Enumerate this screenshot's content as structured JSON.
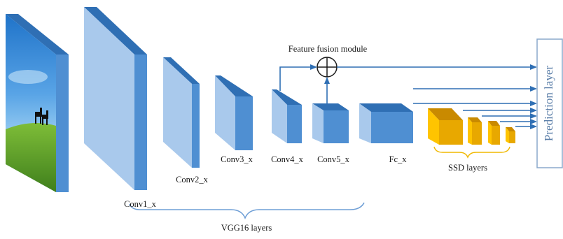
{
  "labels": {
    "conv1": "Conv1_x",
    "conv2": "Conv2_x",
    "conv3": "Conv3_x",
    "conv4": "Conv4_x",
    "conv5": "Conv5_x",
    "fc": "Fc_x",
    "feature_fusion": "Feature fusion module",
    "ssd_layers": "SSD layers",
    "vgg16_layers": "VGG16 layers",
    "prediction_layer": "Prediction layer"
  },
  "colors": {
    "conv_front": "#a9c9ec",
    "conv_side": "#4f8fd2",
    "conv_top": "#2f6fb4",
    "ssd_front": "#ffc400",
    "ssd_side": "#e8a800",
    "ssd_top": "#c98a00",
    "arrow": "#2f6fb4",
    "brace_vgg": "#6f9fd6",
    "brace_ssd": "#f0b800",
    "prediction_border": "#8aa9cc"
  },
  "icons": {
    "fusion": "circled-plus-icon",
    "input_image": "landscape-photo-icon"
  }
}
